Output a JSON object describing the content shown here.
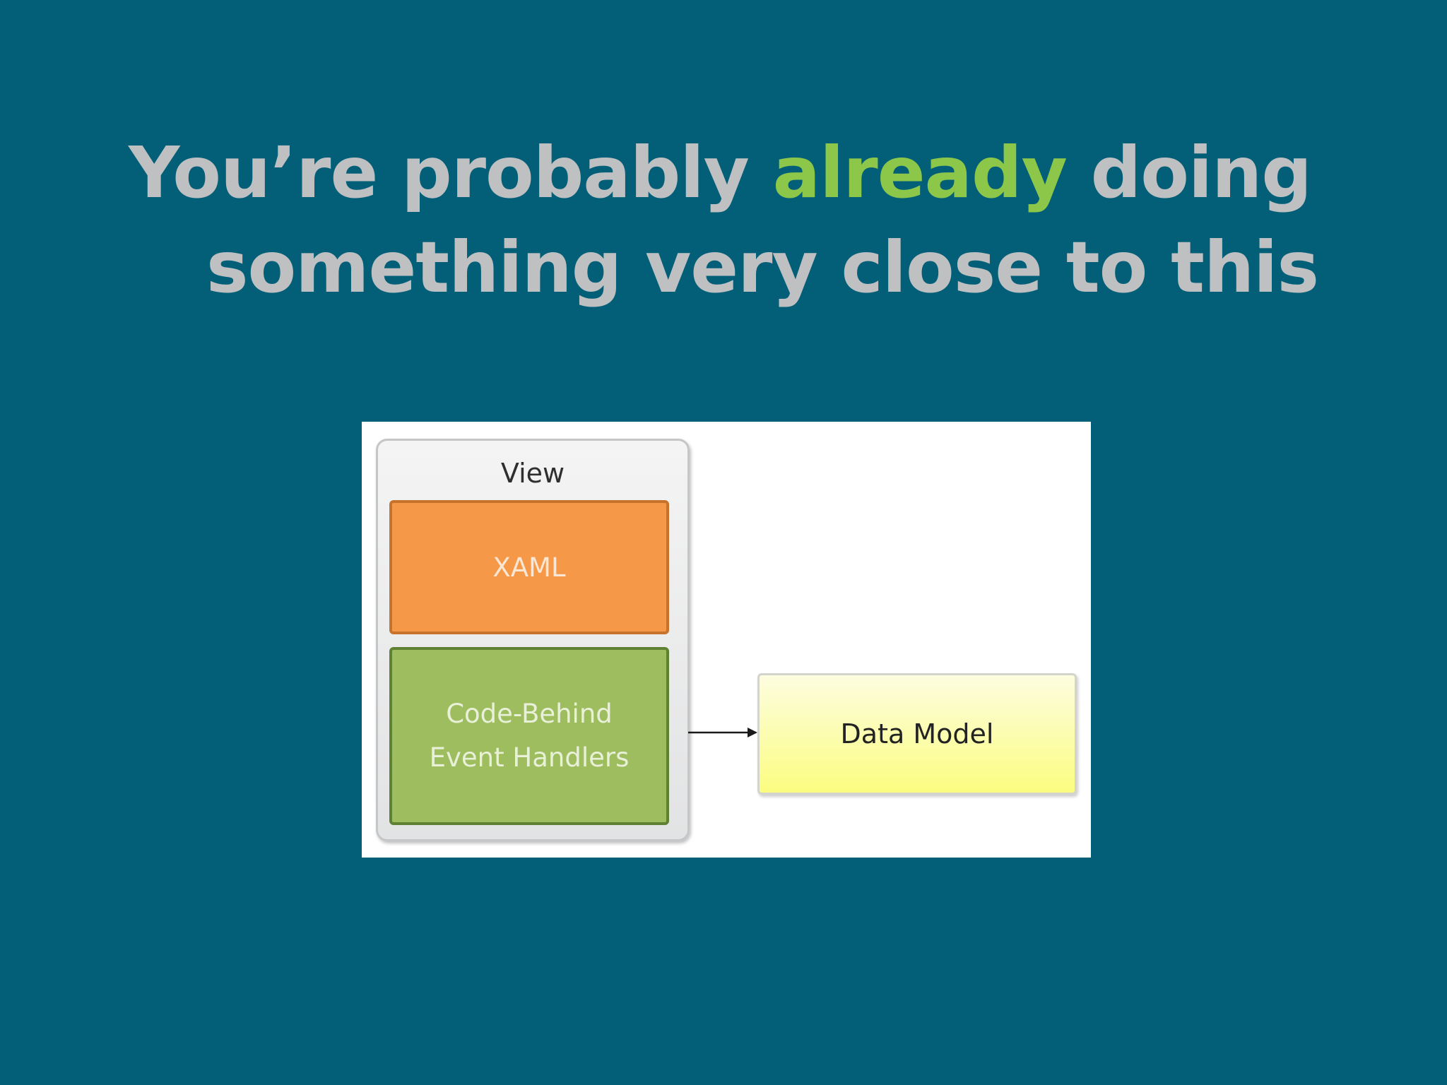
{
  "slide": {
    "title_part1": "You’re probably ",
    "title_highlight": "already",
    "title_part2": " doing",
    "title_line2": "something very close to this",
    "colors": {
      "background": "#035f78",
      "title": "#bfc0c2",
      "highlight": "#8cc74a"
    }
  },
  "diagram": {
    "view_label": "View",
    "xaml_label": "XAML",
    "code_behind_label": "Code-Behind\nEvent Handlers",
    "data_model_label": "Data Model",
    "colors": {
      "xaml": "#f59847",
      "code_behind": "#9ebd5e",
      "data_model": "#fbfd80"
    }
  }
}
